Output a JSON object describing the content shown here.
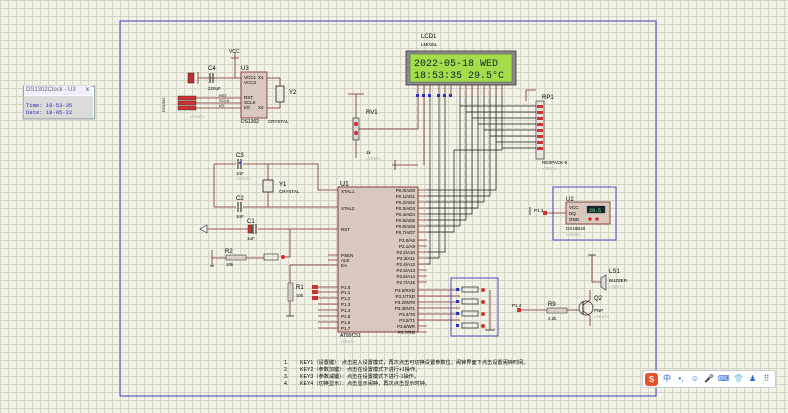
{
  "lcd": {
    "name": "LCD1",
    "model": "LM016L",
    "line1": "2022-05-18 WED",
    "line2": "18:53:35  29.5°C"
  },
  "popup": {
    "title": "DS1302Clock - U3",
    "close": "x",
    "time": "Time: 18-53-35",
    "date": "Date: 18-05-22"
  },
  "mcu": {
    "name": "U1",
    "model": "AT89C51",
    "text": "<TEXT>",
    "left_pins": [
      "XTAL1",
      "XTAL2",
      "RST",
      "PSEN",
      "ALE",
      "EA",
      "P1.0",
      "P1.1",
      "P1.2",
      "P1.3",
      "P1.4",
      "P1.5",
      "P1.6",
      "P1.7"
    ],
    "right_pins": [
      "P0.0/AD0",
      "P0.1/AD1",
      "P0.2/AD2",
      "P0.3/AD3",
      "P0.4/AD4",
      "P0.5/AD5",
      "P0.6/AD6",
      "P0.7/AD7",
      "P2.0/A8",
      "P2.1/A9",
      "P2.2/A10",
      "P2.3/A11",
      "P2.4/A12",
      "P2.5/A13",
      "P2.6/A14",
      "P2.7/A15",
      "P3.0/RXD",
      "P3.1/TXD",
      "P3.2/INT0",
      "P3.3/INT1",
      "P3.4/T0",
      "P3.5/T1",
      "P3.6/WR",
      "P3.7/RD"
    ]
  },
  "ds1302": {
    "name": "U3",
    "model": "DS1302",
    "pins_left": [
      "VCC1",
      "VCC2",
      "RST",
      "SCLK",
      "I/O"
    ],
    "pins_right": [
      "X1",
      "X2"
    ]
  },
  "crystal_rtc": {
    "name": "Y2",
    "label": "CRYSTAL"
  },
  "crystal_mcu": {
    "name": "Y1",
    "label": "CRYSTAL"
  },
  "caps": [
    {
      "name": "C4",
      "value": "220uF"
    },
    {
      "name": "C3",
      "value": "1nF"
    },
    {
      "name": "C2",
      "value": "1nF"
    },
    {
      "name": "C1",
      "value": "1uF"
    }
  ],
  "resistors": [
    {
      "name": "R2",
      "value": "10k"
    },
    {
      "name": "R1",
      "value": "10k"
    },
    {
      "name": "R9",
      "value": "2.2k"
    }
  ],
  "pot": {
    "name": "RV1",
    "value": "1k"
  },
  "rpack": {
    "name": "RP1",
    "model": "RESPACK-8"
  },
  "ds18b20": {
    "name": "U2",
    "model": "DS18B20",
    "pins": [
      "VCC",
      "DQ",
      "GND"
    ],
    "temp": "29.5",
    "net": "P1.3"
  },
  "buzzer": {
    "name": "LS1",
    "model": "BUZZER"
  },
  "transistor": {
    "name": "Q2",
    "model": "PNP",
    "net": "P1.4"
  },
  "vcc": "VCC",
  "text_placeholder": "<TEXT>",
  "nets_rtc": [
    "RST",
    "SCLK",
    "I/O"
  ],
  "notes": [
    {
      "n": "1.",
      "text": "KEY1（设置键）：点击进入设置模式，再次点击可切换设置参数位；闹钟界面下点击设置闹钟时间。"
    },
    {
      "n": "2.",
      "text": "KEY2（参数加键）：点击在设置模式下进行+1操作。"
    },
    {
      "n": "3.",
      "text": "KEY3（参数减键）：点击在设置模式下进行-1操作。"
    },
    {
      "n": "4.",
      "text": "KEY4（切换显示）：点击显示闹钟，再次点击显示时钟。"
    }
  ],
  "ime": {
    "logo": "S",
    "items": [
      "中",
      "•,",
      "☺",
      "🎤",
      "⌨",
      "👕",
      "♟",
      "⠿"
    ]
  }
}
